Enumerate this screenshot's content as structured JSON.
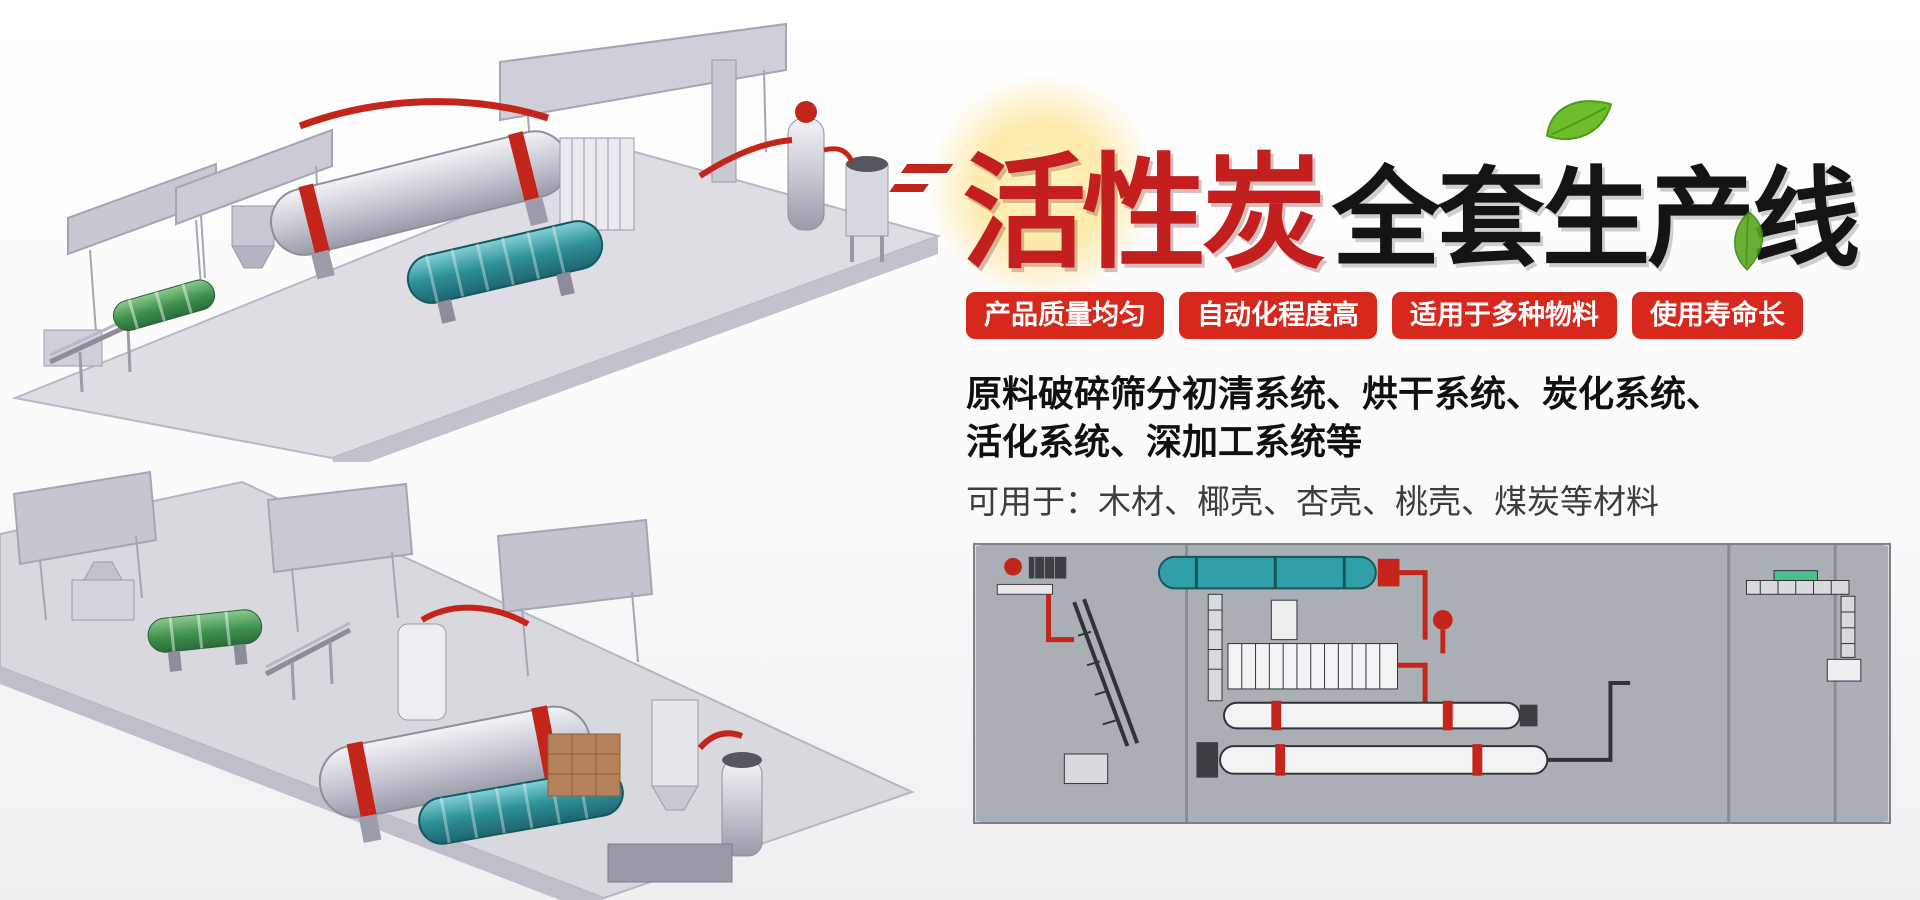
{
  "banner": {
    "title": {
      "highlight": "活性炭",
      "rest": "全套生产线"
    },
    "badges": [
      {
        "label": "产品质量均匀"
      },
      {
        "label": "自动化程度高"
      },
      {
        "label": "适用于多种物料"
      },
      {
        "label": "使用寿命长"
      }
    ],
    "description": {
      "line1": "原料破碎筛分初清系统、烘干系统、炭化系统、",
      "line2": "活化系统、深加工系统等",
      "line3": "可用于：木材、椰壳、杏壳、桃壳、煤炭等材料"
    },
    "colors": {
      "badge_red": "#d6281d",
      "title_red": "#c31f1f",
      "title_black": "#141414",
      "leaf_green": "#6cbf2a",
      "pipe_red": "#c4251a",
      "drum_teal": "#2f8f98",
      "desc_dark": "#101010",
      "desc_gray": "#3d3d3d"
    },
    "illustrations": {
      "top_machine": "activated-carbon-line-3d-render-top",
      "bottom_machine": "activated-carbon-line-3d-render-bottom",
      "schematic": "production-line-layout-schematic"
    }
  }
}
